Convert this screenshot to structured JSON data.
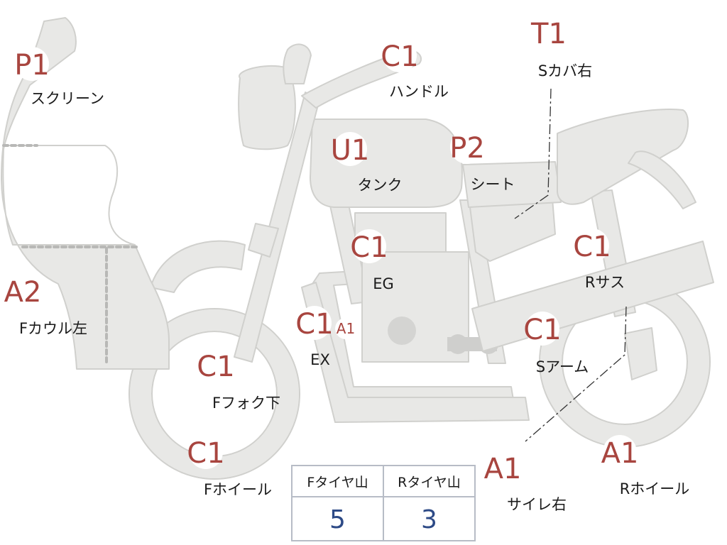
{
  "badges": [
    {
      "code": "P1",
      "label": "スクリーン"
    },
    {
      "code": "C1",
      "label": "ハンドル"
    },
    {
      "code": "T1",
      "label": "Sカバ右"
    },
    {
      "code": "U1",
      "label": "タンク"
    },
    {
      "code": "P2",
      "label": "シート"
    },
    {
      "code": "C1",
      "label": "EG"
    },
    {
      "code": "C1",
      "label": "Rサス"
    },
    {
      "code": "A2",
      "label": "Fカウル左"
    },
    {
      "code": "C1",
      "label": "EX"
    },
    {
      "code": "A1",
      "label": ""
    },
    {
      "code": "C1",
      "label": "Sアーム"
    },
    {
      "code": "C1",
      "label": "Fフォク下"
    },
    {
      "code": "C1",
      "label": "Fホイール"
    },
    {
      "code": "A1",
      "label": "サイレ右"
    },
    {
      "code": "A1",
      "label": "Rホイール"
    }
  ],
  "tread_table": {
    "headers": [
      "Fタイヤ山",
      "Rタイヤ山"
    ],
    "values": [
      "5",
      "3"
    ]
  },
  "colors": {
    "body_fill": "#e8e8e6",
    "outline": "#d0d0cd",
    "badge_text": "#a8453f",
    "table_value": "#2d4a86",
    "table_border": "#b7bcc6"
  }
}
